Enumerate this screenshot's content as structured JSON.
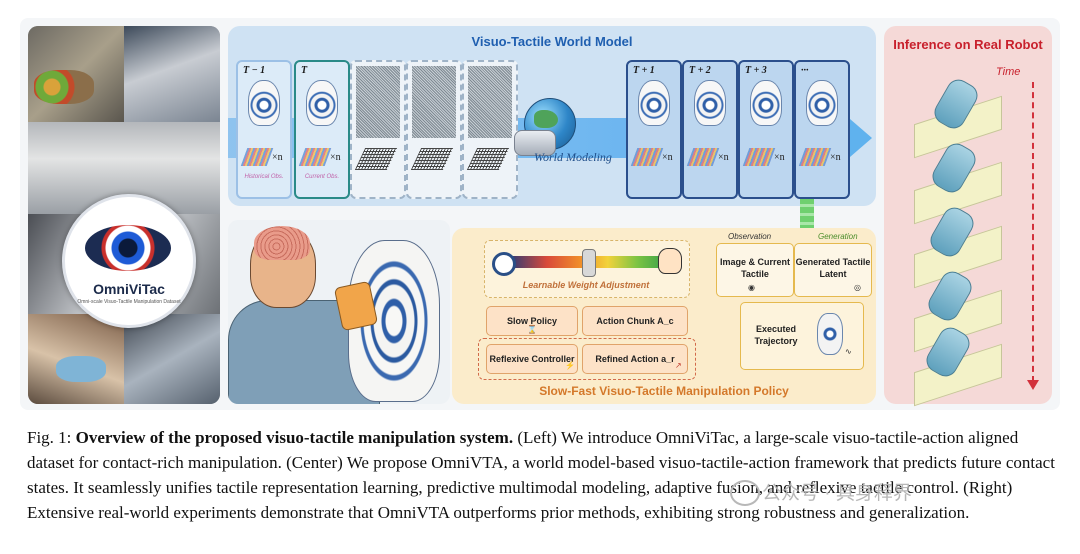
{
  "world_model": {
    "title": "Visuo-Tactile World Model",
    "frames": [
      {
        "label": "T − 1",
        "caption": "Historical Obs.",
        "xn": "×n"
      },
      {
        "label": "T",
        "caption": "Current Obs.",
        "xn": "×n"
      },
      {
        "label": "T + 1",
        "xn": "×n"
      },
      {
        "label": "T + 2",
        "xn": "×n"
      },
      {
        "label": "T + 3",
        "xn": "×n"
      },
      {
        "label": "···",
        "xn": "×n"
      }
    ],
    "modeling_label": "World Modeling"
  },
  "policy": {
    "title": "Slow-Fast Visuo-Tactile Manipulation Policy",
    "weight_label": "Learnable Weight Adjustment",
    "observation_caption": "Observation",
    "generation_caption": "Generation",
    "observation_box": "Image & Current Tactile",
    "generation_box": "Generated Tactile Latent",
    "slow_policy": "Slow Policy",
    "action_chunk": "Action Chunk A_c",
    "reflexive_controller": "Reflexive Controller",
    "refined_action": "Refined Action a_r",
    "executed_trajectory": "Executed Trajectory"
  },
  "logo": {
    "name": "OmniViTac",
    "subtitle": "Omni-scale Visuo-Tactile Manipulation Dataset"
  },
  "right_panel": {
    "title": "Inference on Real Robot",
    "time_label": "Time"
  },
  "caption": {
    "prefix": "Fig. 1: ",
    "bold": "Overview of the proposed visuo-tactile manipulation system.",
    "text": " (Left) We introduce OmniViTac, a large-scale visuo-tactile-action aligned dataset for contact-rich manipulation. (Center) We propose OmniVTA, a world model-based visuo-tactile-action framework that predicts future contact states. It seamlessly unifies tactile representation learning, predictive multimodal modeling, adaptive fusion, and reflexive tactile control. (Right) Extensive real-world experiments demonstrate that OmniVTA outperforms prior methods, exhibiting strong robustness and generalization."
  },
  "watermark": "公众号 · 具身释界",
  "colors": {
    "world_model_title": "#1f5fb0",
    "policy_title": "#d4782a",
    "right_title": "#c8202c"
  }
}
